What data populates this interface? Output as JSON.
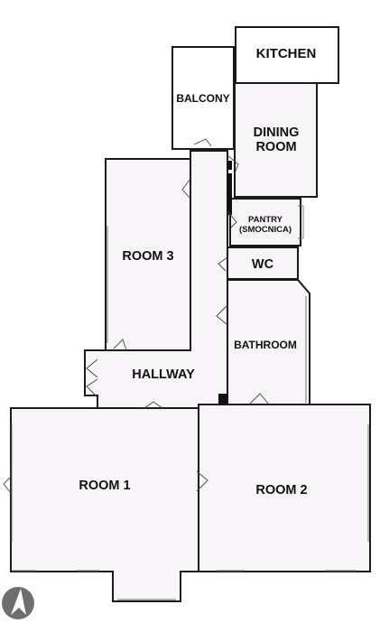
{
  "plan": {
    "rooms": {
      "kitchen": "KITCHEN",
      "balcony": "BALCONY",
      "dining_1": "DINING",
      "dining_2": "ROOM",
      "pantry_1": "PANTRY",
      "pantry_2": "(SMOCNICA)",
      "wc": "WC",
      "room3": "ROOM 3",
      "bathroom": "BATHROOM",
      "hallway": "HALLWAY",
      "room1": "ROOM 1",
      "room2": "ROOM 2"
    },
    "compass_icon": "north-arrow-icon",
    "colors": {
      "wall": "#1a1a1a",
      "floor": "#f7f5f7",
      "compass": "#6e6e6e"
    }
  }
}
